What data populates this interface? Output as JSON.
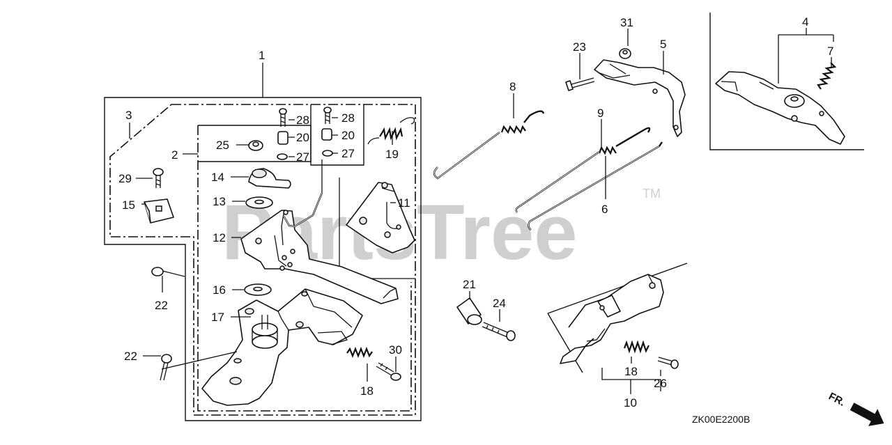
{
  "watermark": {
    "text": "PartsTree",
    "trademark": "TM"
  },
  "diagram_code": "ZK00E2200B",
  "direction_marker": "FR.",
  "callouts": {
    "c1": "1",
    "c2": "2",
    "c3": "3",
    "c4": "4",
    "c5": "5",
    "c6": "6",
    "c7": "7",
    "c8": "8",
    "c9": "9",
    "c10": "10",
    "c11": "11",
    "c12": "12",
    "c13": "13",
    "c14": "14",
    "c15": "15",
    "c16": "16",
    "c17": "17",
    "c18a": "18",
    "c18b": "18",
    "c19": "19",
    "c20a": "20",
    "c20b": "20",
    "c21": "21",
    "c22a": "22",
    "c22b": "22",
    "c23": "23",
    "c24": "24",
    "c25": "25",
    "c26": "26",
    "c27a": "27",
    "c27b": "27",
    "c28a": "28",
    "c28b": "28",
    "c29": "29",
    "c30": "30",
    "c31": "31"
  }
}
